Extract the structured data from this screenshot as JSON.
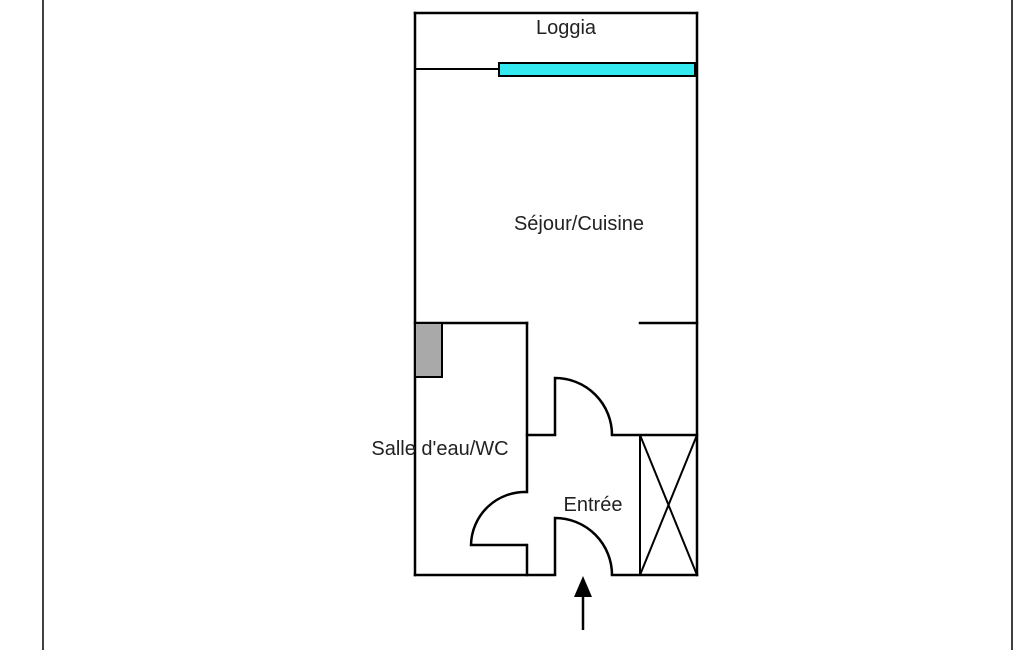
{
  "rooms": {
    "loggia": "Loggia",
    "sejour_cuisine": "Séjour/Cuisine",
    "salle_eau_wc": "Salle d'eau/WC",
    "entree": "Entrée"
  },
  "colors": {
    "wall": "#000000",
    "window": "#33e8ee",
    "shaft": "#a9a9a9",
    "frame": "#000000"
  },
  "symbols": {
    "entrance": "arrow-up-icon",
    "closet": "cross-box-icon"
  }
}
